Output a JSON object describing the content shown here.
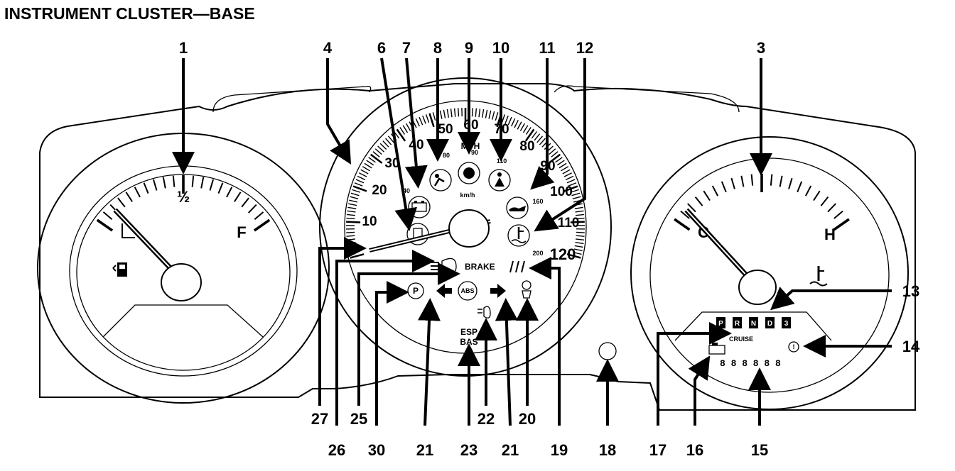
{
  "heading": "INSTRUMENT CLUSTER—BASE",
  "callouts": [
    {
      "num": "1"
    },
    {
      "num": "4"
    },
    {
      "num": "6"
    },
    {
      "num": "7"
    },
    {
      "num": "8"
    },
    {
      "num": "9"
    },
    {
      "num": "10"
    },
    {
      "num": "11"
    },
    {
      "num": "12"
    },
    {
      "num": "3"
    },
    {
      "num": "13"
    },
    {
      "num": "14"
    },
    {
      "num": "27"
    },
    {
      "num": "26"
    },
    {
      "num": "25"
    },
    {
      "num": "30"
    },
    {
      "num": "21"
    },
    {
      "num": "23"
    },
    {
      "num": "22"
    },
    {
      "num": "21"
    },
    {
      "num": "20"
    },
    {
      "num": "19"
    },
    {
      "num": "18"
    },
    {
      "num": "17"
    },
    {
      "num": "16"
    },
    {
      "num": "15"
    }
  ],
  "fuel_gauge": {
    "half_label": "½",
    "full_label": "F"
  },
  "temp_gauge": {
    "cold_label": "C",
    "hot_label": "H"
  },
  "speedometer": {
    "mph_labels": [
      "10",
      "20",
      "30",
      "40",
      "50",
      "60",
      "70",
      "80",
      "90",
      "100",
      "110",
      "120"
    ],
    "unit_mph": "MPH",
    "unit_kmh": "km/h",
    "kmh_labels": [
      "40",
      "80",
      "90",
      "110",
      "160",
      "200"
    ]
  },
  "indicators": {
    "brake": "BRAKE",
    "abs": "ABS",
    "esp_line1": "ESP",
    "esp_line2": "BAS"
  },
  "display": {
    "prnd": [
      "P",
      "R",
      "N",
      "D",
      "3"
    ],
    "cruise": "CRUISE",
    "odometer": "8 8 8 8 8 8"
  }
}
